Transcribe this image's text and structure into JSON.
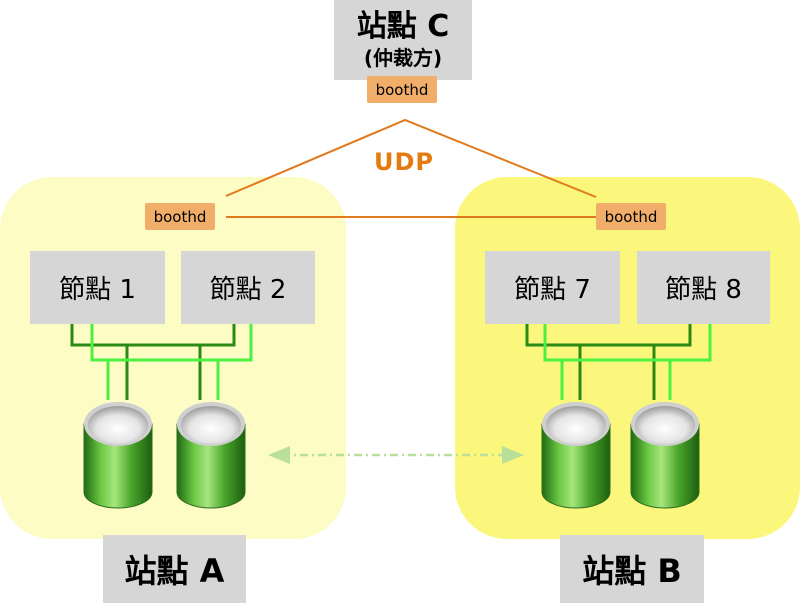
{
  "site_c": {
    "title": "站點 C",
    "subtitle": "(仲裁方)",
    "daemon": "boothd"
  },
  "site_a": {
    "label": "站點 A",
    "daemon": "boothd",
    "nodes": [
      "節點 1",
      "節點 2"
    ]
  },
  "site_b": {
    "label": "站點 B",
    "daemon": "boothd",
    "nodes": [
      "節點 7",
      "節點 8"
    ]
  },
  "link_label": "UDP",
  "colors": {
    "site_a_background": "#fcfcc4",
    "site_b_background": "#fbf77c",
    "box_gray": "#d6d6d6",
    "boothd_orange": "#f0ae6a",
    "udp_line": "#e07a1c",
    "san_dark_green": "#2a8a14",
    "san_light_green": "#4cf040",
    "replication_arrow": "#b8e09a"
  },
  "icons": [
    "storage-disk-icon",
    "replication-arrow-icon"
  ]
}
